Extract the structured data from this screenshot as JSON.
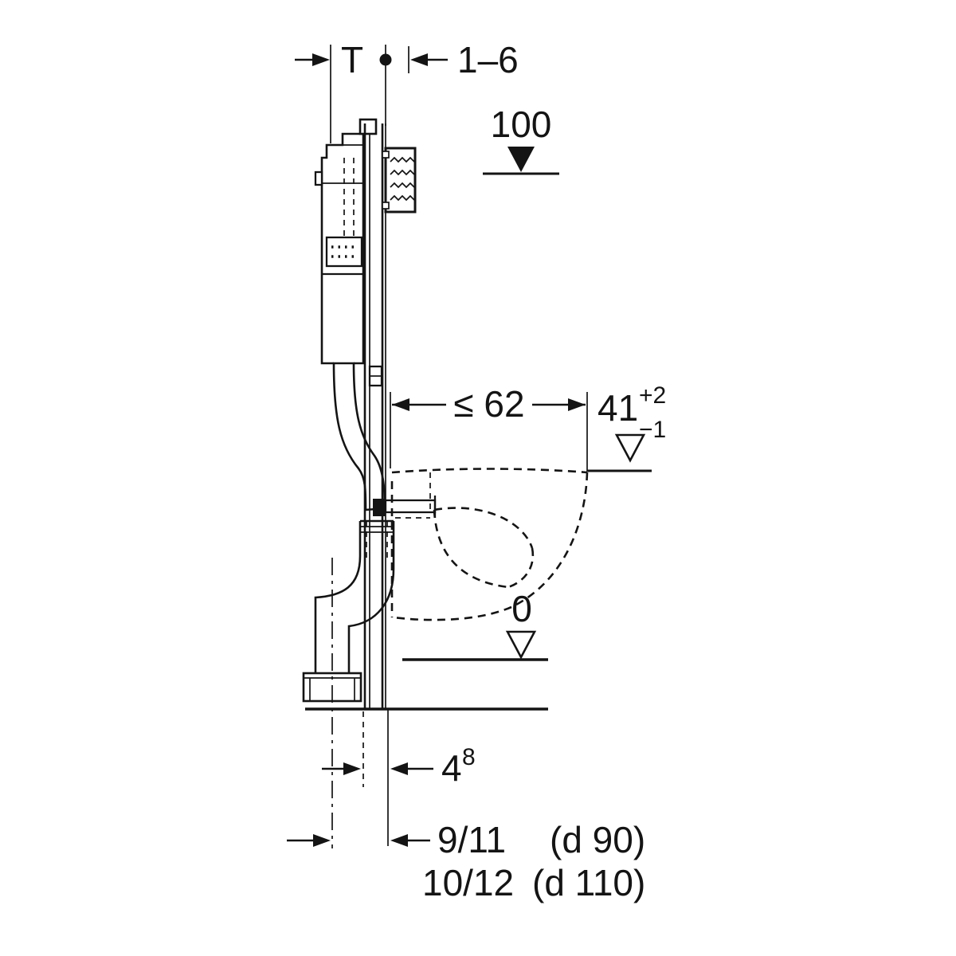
{
  "labels": {
    "t": "T",
    "range_1_6": "1–6",
    "level_100": "100",
    "width_max": "≤ 62",
    "height_41": "41",
    "height_41_plus": "+2",
    "height_41_minus": "−1",
    "level_0": "0",
    "offset_4": "4",
    "offset_4_sup": "8",
    "drain_small": "9/11",
    "drain_small_d": "(d 90)",
    "drain_large": "10/12",
    "drain_large_d": "(d 110)"
  },
  "colors": {
    "line": "#141414",
    "background": "#ffffff"
  }
}
